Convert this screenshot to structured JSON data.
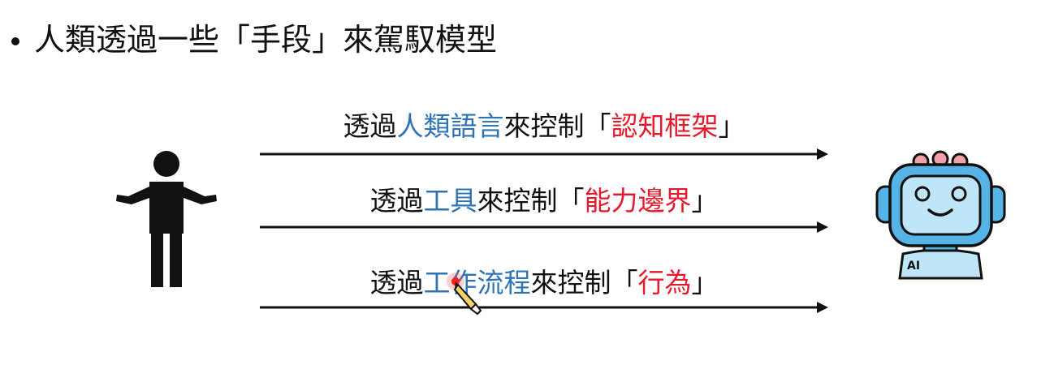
{
  "heading": {
    "bullet": "•",
    "text": "人類透過一些「手段」來駕馭模型"
  },
  "rows": [
    {
      "prefix": "透過",
      "means": "人類語言",
      "middle": "來控制「",
      "target": "認知框架",
      "suffix": "」"
    },
    {
      "prefix": "透過",
      "means": "工具",
      "middle": "來控制「",
      "target": "能力邊界",
      "suffix": "」"
    },
    {
      "prefix": "透過",
      "means": "工作流程",
      "middle": "來控制「",
      "target": "行為",
      "suffix": "」"
    }
  ],
  "robot": {
    "badge": "AI"
  },
  "colors": {
    "means": "#2e74b5",
    "target": "#e8192c",
    "text": "#111111",
    "robot_screen": "#bfe6f8",
    "robot_frame": "#55b3e6",
    "robot_antenna": "#f2a0a8"
  },
  "icons": {
    "person": "person-shrugging-icon",
    "robot": "robot-icon",
    "cursor": "pen-laser-cursor-icon"
  }
}
